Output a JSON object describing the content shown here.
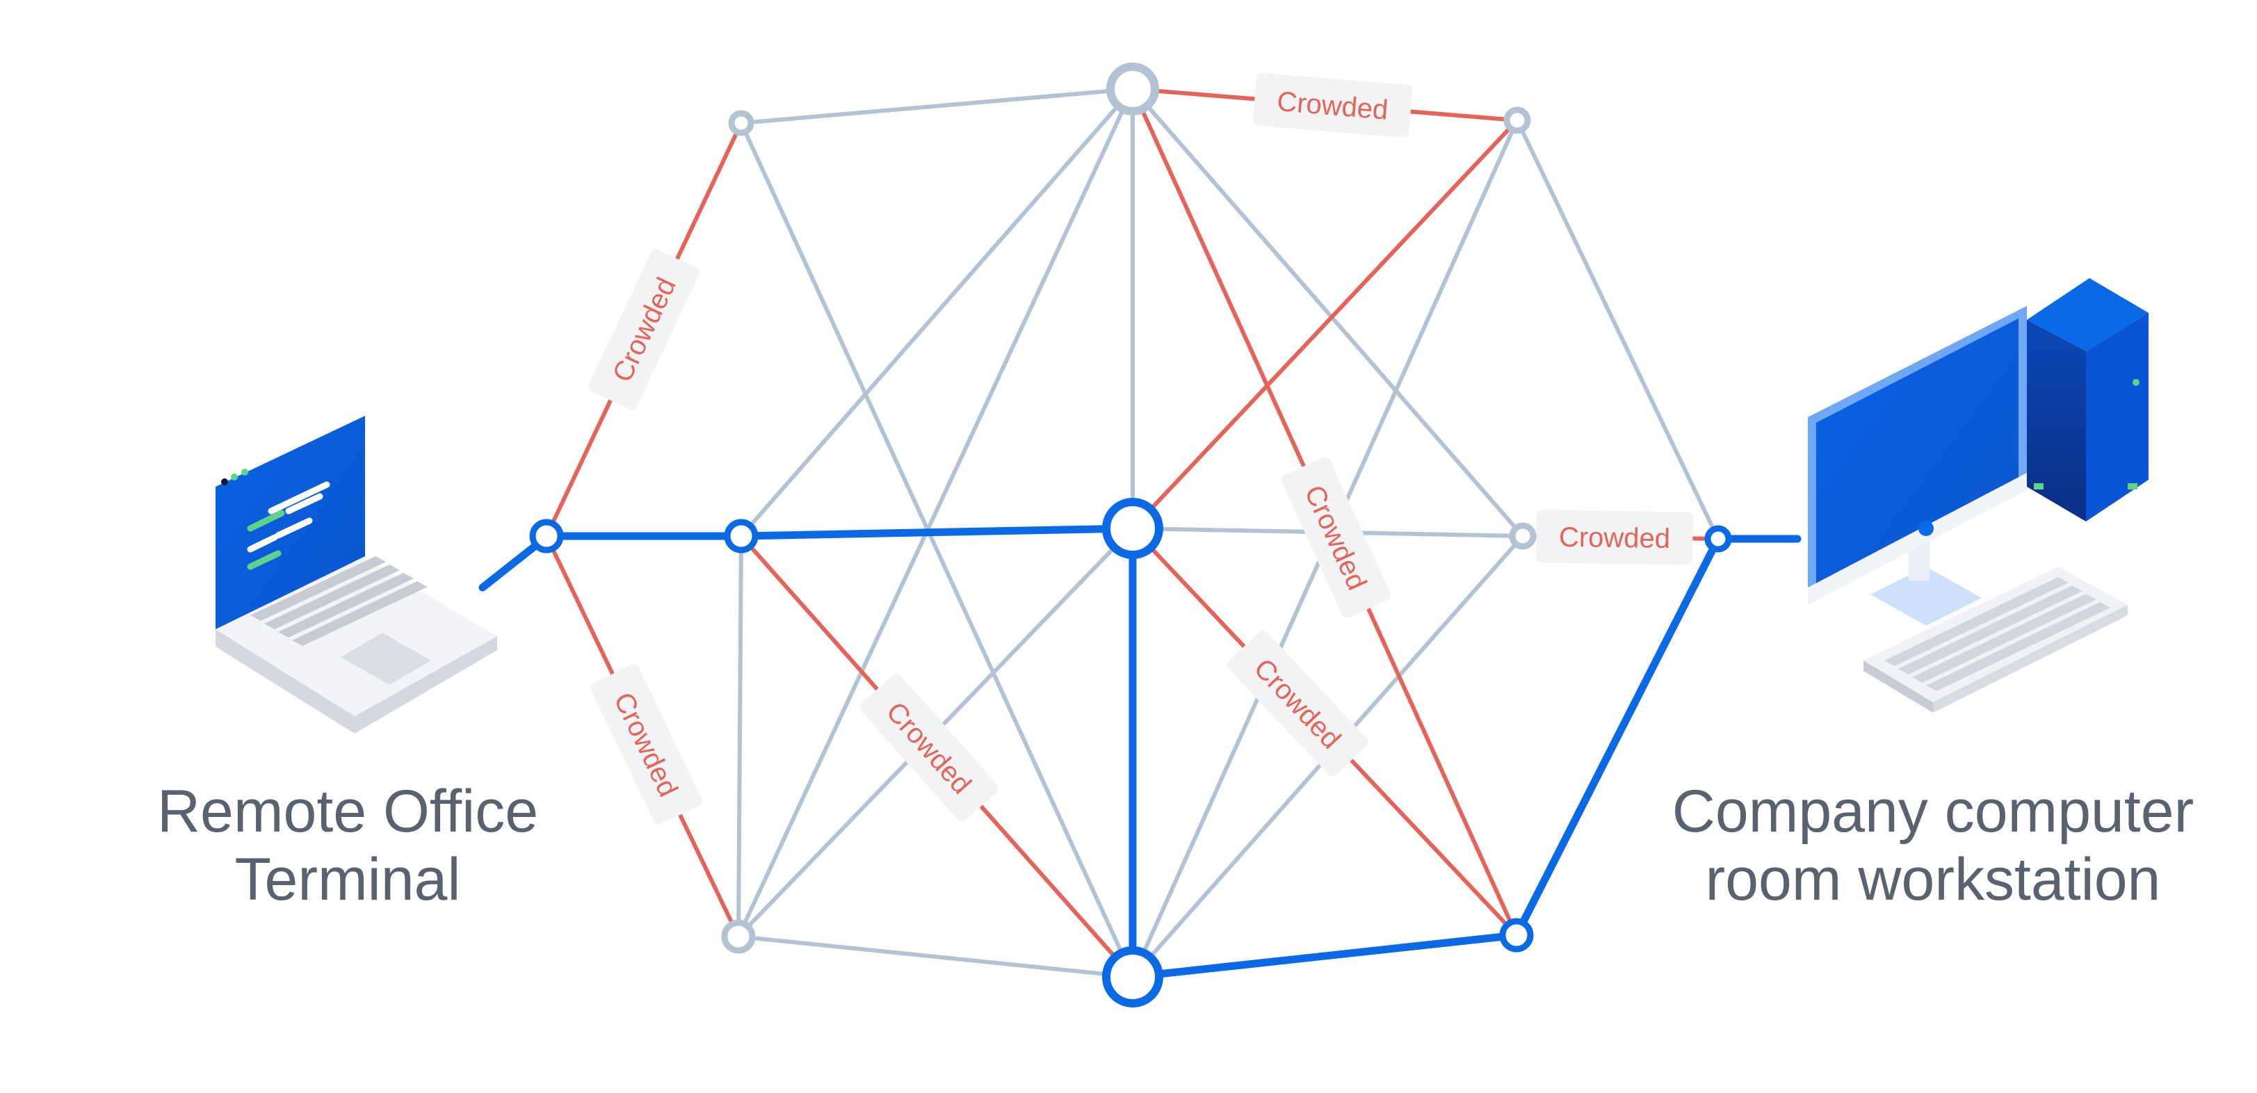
{
  "captions": {
    "left": [
      "Remote Office",
      "Terminal"
    ],
    "right": [
      "Company computer",
      "room workstation"
    ]
  },
  "colors": {
    "idle_link": "#b3c3d4",
    "crowded_link": "#e5645a",
    "active_path": "#0a6ae6",
    "tag_bg": "#f2f3f5",
    "device_blue": "#0a5fdc",
    "caption": "#5a6270"
  },
  "icons": {
    "left_device": "laptop-icon",
    "right_device": "desktop-computer-icon"
  },
  "tag_label": "Crowded",
  "network": {
    "nodes": [
      {
        "id": "entry",
        "status": "active"
      },
      {
        "id": "top-left",
        "status": "idle"
      },
      {
        "id": "mid-left",
        "status": "active"
      },
      {
        "id": "bottom-left",
        "status": "idle"
      },
      {
        "id": "top-center",
        "status": "idle"
      },
      {
        "id": "center",
        "status": "active"
      },
      {
        "id": "bottom-center",
        "status": "active"
      },
      {
        "id": "top-right",
        "status": "idle"
      },
      {
        "id": "mid-right",
        "status": "idle"
      },
      {
        "id": "bottom-right",
        "status": "active"
      },
      {
        "id": "exit",
        "status": "active"
      }
    ],
    "links": [
      {
        "from": "entry",
        "to": "top-left",
        "status": "crowded",
        "label": "Crowded"
      },
      {
        "from": "entry",
        "to": "bottom-left",
        "status": "crowded",
        "label": "Crowded"
      },
      {
        "from": "entry",
        "to": "mid-left",
        "status": "active"
      },
      {
        "from": "mid-left",
        "to": "center",
        "status": "active"
      },
      {
        "from": "center",
        "to": "bottom-center",
        "status": "active"
      },
      {
        "from": "bottom-center",
        "to": "bottom-right",
        "status": "active"
      },
      {
        "from": "bottom-right",
        "to": "exit",
        "status": "active"
      },
      {
        "from": "top-left",
        "to": "top-center",
        "status": "idle"
      },
      {
        "from": "top-center",
        "to": "top-right",
        "status": "crowded",
        "label": "Crowded"
      },
      {
        "from": "mid-right",
        "to": "exit",
        "status": "crowded",
        "label": "Crowded"
      },
      {
        "from": "top-right",
        "to": "exit",
        "status": "idle"
      },
      {
        "from": "bottom-left",
        "to": "bottom-center",
        "status": "idle"
      },
      {
        "from": "mid-left",
        "to": "bottom-left",
        "status": "idle"
      },
      {
        "from": "top-left",
        "to": "bottom-center",
        "status": "idle"
      },
      {
        "from": "top-center",
        "to": "mid-left",
        "status": "idle"
      },
      {
        "from": "top-center",
        "to": "bottom-left",
        "status": "idle"
      },
      {
        "from": "top-center",
        "to": "center",
        "status": "idle"
      },
      {
        "from": "top-center",
        "to": "mid-right",
        "status": "idle"
      },
      {
        "from": "top-center",
        "to": "bottom-right",
        "status": "crowded",
        "label": "Crowded"
      },
      {
        "from": "top-right",
        "to": "center",
        "status": "crowded"
      },
      {
        "from": "top-right",
        "to": "bottom-center",
        "status": "idle"
      },
      {
        "from": "center",
        "to": "bottom-left",
        "status": "idle"
      },
      {
        "from": "center",
        "to": "mid-right",
        "status": "idle"
      },
      {
        "from": "center",
        "to": "bottom-right",
        "status": "crowded",
        "label": "Crowded"
      },
      {
        "from": "mid-left",
        "to": "bottom-center",
        "status": "crowded",
        "label": "Crowded"
      },
      {
        "from": "mid-right",
        "to": "bottom-center",
        "status": "idle"
      }
    ]
  }
}
